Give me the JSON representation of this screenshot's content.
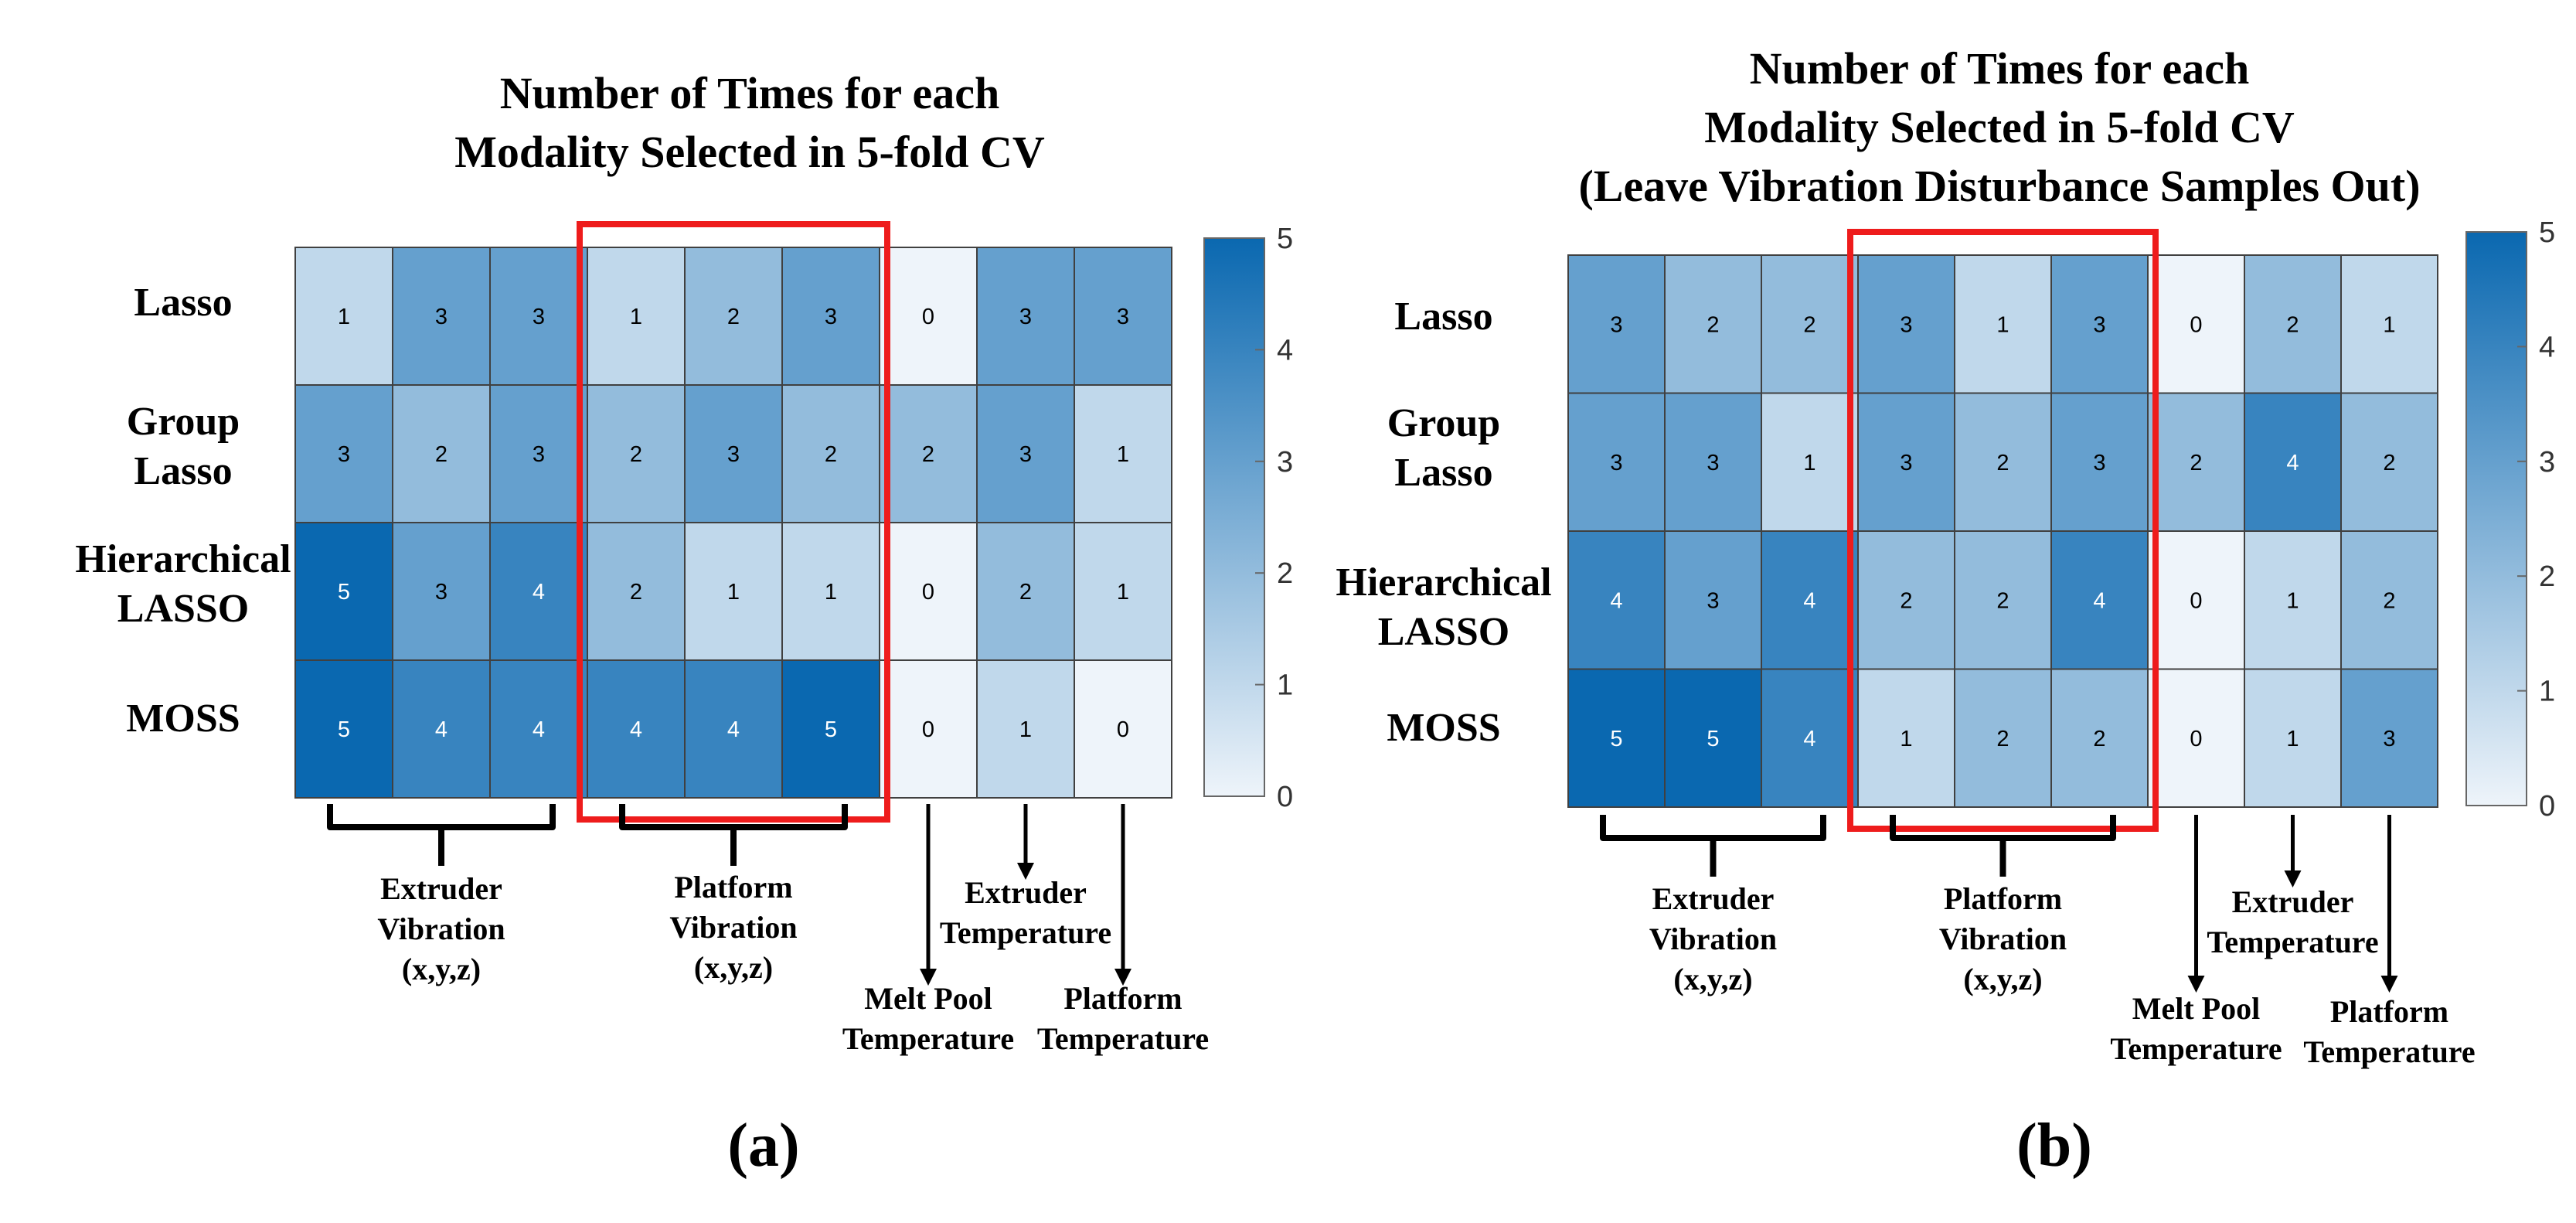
{
  "colors": {
    "low": "#eef4fa",
    "high": "#0a68b0",
    "cell_border": "#404040",
    "highlight": "#ee1c1c",
    "text_dark": "#000000",
    "text_light": "#ffffff"
  },
  "chart_data": [
    {
      "type": "heatmap",
      "panel_label": "(a)",
      "title_lines": [
        "Number of Times for each",
        "Modality Selected in 5-fold CV"
      ],
      "rows": [
        [
          "Lasso"
        ],
        [
          "Group",
          "Lasso"
        ],
        [
          "Hierarchical",
          "LASSO"
        ],
        [
          "MOSS"
        ]
      ],
      "values": [
        [
          1,
          3,
          3,
          1,
          2,
          3,
          0,
          3,
          3
        ],
        [
          3,
          2,
          3,
          2,
          3,
          2,
          2,
          3,
          1
        ],
        [
          5,
          3,
          4,
          2,
          1,
          1,
          0,
          2,
          1
        ],
        [
          5,
          4,
          4,
          4,
          4,
          5,
          0,
          1,
          0
        ]
      ],
      "colorbar": {
        "min": 0,
        "max": 5,
        "ticks": [
          "0",
          "1",
          "2",
          "3",
          "4",
          "5"
        ]
      },
      "highlight_columns": [
        3,
        5
      ],
      "column_groups": [
        {
          "label_lines": [
            "Extruder",
            "Vibration",
            "(x,y,z)"
          ],
          "cols": [
            0,
            2
          ],
          "marker": "brace"
        },
        {
          "label_lines": [
            "Platform",
            "Vibration",
            "(x,y,z)"
          ],
          "cols": [
            3,
            5
          ],
          "marker": "brace"
        },
        {
          "label_lines": [
            "Melt Pool",
            "Temperature"
          ],
          "cols": [
            6,
            6
          ],
          "marker": "long-arrow"
        },
        {
          "label_lines": [
            "Extruder",
            "Temperature"
          ],
          "cols": [
            7,
            7
          ],
          "marker": "short-arrow"
        },
        {
          "label_lines": [
            "Platform",
            "Temperature"
          ],
          "cols": [
            8,
            8
          ],
          "marker": "long-arrow"
        }
      ]
    },
    {
      "type": "heatmap",
      "panel_label": "(b)",
      "title_lines": [
        "Number of Times for each",
        "Modality Selected in 5-fold CV",
        "(Leave Vibration Disturbance Samples Out)"
      ],
      "rows": [
        [
          "Lasso"
        ],
        [
          "Group",
          "Lasso"
        ],
        [
          "Hierarchical",
          "LASSO"
        ],
        [
          "MOSS"
        ]
      ],
      "values": [
        [
          3,
          2,
          2,
          3,
          1,
          3,
          0,
          2,
          1
        ],
        [
          3,
          3,
          1,
          3,
          2,
          3,
          2,
          4,
          2
        ],
        [
          4,
          3,
          4,
          2,
          2,
          4,
          0,
          1,
          2
        ],
        [
          5,
          5,
          4,
          1,
          2,
          2,
          0,
          1,
          3
        ]
      ],
      "colorbar": {
        "min": 0,
        "max": 5,
        "ticks": [
          "0",
          "1",
          "2",
          "3",
          "4",
          "5"
        ]
      },
      "highlight_columns": [
        3,
        5
      ],
      "column_groups": [
        {
          "label_lines": [
            "Extruder",
            "Vibration",
            "(x,y,z)"
          ],
          "cols": [
            0,
            2
          ],
          "marker": "brace"
        },
        {
          "label_lines": [
            "Platform",
            "Vibration",
            "(x,y,z)"
          ],
          "cols": [
            3,
            5
          ],
          "marker": "brace"
        },
        {
          "label_lines": [
            "Melt Pool",
            "Temperature"
          ],
          "cols": [
            6,
            6
          ],
          "marker": "long-arrow"
        },
        {
          "label_lines": [
            "Extruder",
            "Temperature"
          ],
          "cols": [
            7,
            7
          ],
          "marker": "short-arrow"
        },
        {
          "label_lines": [
            "Platform",
            "Temperature"
          ],
          "cols": [
            8,
            8
          ],
          "marker": "long-arrow"
        }
      ]
    }
  ]
}
